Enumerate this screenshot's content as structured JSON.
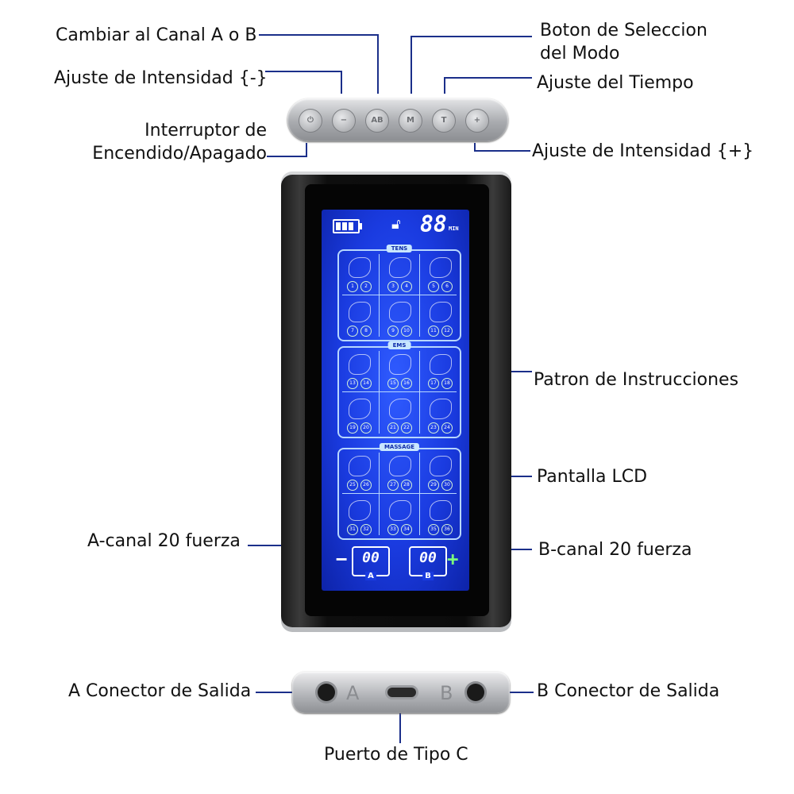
{
  "labels": {
    "switch_channel": "Cambiar al Canal A o B",
    "intensity_minus": "Ajuste de Intensidad {-}",
    "power_line1": "Interruptor de",
    "power_line2": "Encendido/Apagado",
    "mode_line1": "Boton de Seleccion",
    "mode_line2": "del Modo",
    "time": "Ajuste del Tiempo",
    "intensity_plus": "Ajuste de Intensidad {+}",
    "pattern": "Patron de Instrucciones",
    "lcd": "Pantalla LCD",
    "a_channel": "A-canal 20 fuerza",
    "b_channel": "B-canal 20 fuerza",
    "a_output": "A Conector de Salida",
    "b_output": "B Conector de Salida",
    "usb_c": "Puerto de Tipo C"
  },
  "buttons": [
    {
      "icon": "power-icon",
      "glyph": "⏻"
    },
    {
      "icon": "minus-icon",
      "glyph": "−"
    },
    {
      "icon": "ab-icon",
      "glyph": "AB"
    },
    {
      "icon": "m-icon",
      "glyph": "M"
    },
    {
      "icon": "t-icon",
      "glyph": "T"
    },
    {
      "icon": "plus-icon",
      "glyph": "+"
    }
  ],
  "lcd": {
    "timer": "88",
    "timer_unit": "MIN",
    "groups": [
      {
        "title": "TENS",
        "numbers": [
          "1",
          "2",
          "3",
          "4",
          "5",
          "6",
          "7",
          "8",
          "9",
          "10",
          "11",
          "12"
        ]
      },
      {
        "title": "EMS",
        "numbers": [
          "13",
          "14",
          "15",
          "16",
          "17",
          "18",
          "19",
          "20",
          "21",
          "22",
          "23",
          "24"
        ]
      },
      {
        "title": "MASSAGE",
        "numbers": [
          "25",
          "26",
          "27",
          "28",
          "29",
          "30",
          "31",
          "32",
          "33",
          "34",
          "35",
          "36"
        ]
      }
    ],
    "channel_a_value": "00",
    "channel_a_letter": "A",
    "channel_b_value": "00",
    "channel_b_letter": "B",
    "minus_sign": "−",
    "plus_sign": "+"
  },
  "ports": {
    "a_letter": "A",
    "b_letter": "B"
  },
  "colors": {
    "leader": "#1b2f8a",
    "lcd_blue": "#1a3be0"
  }
}
